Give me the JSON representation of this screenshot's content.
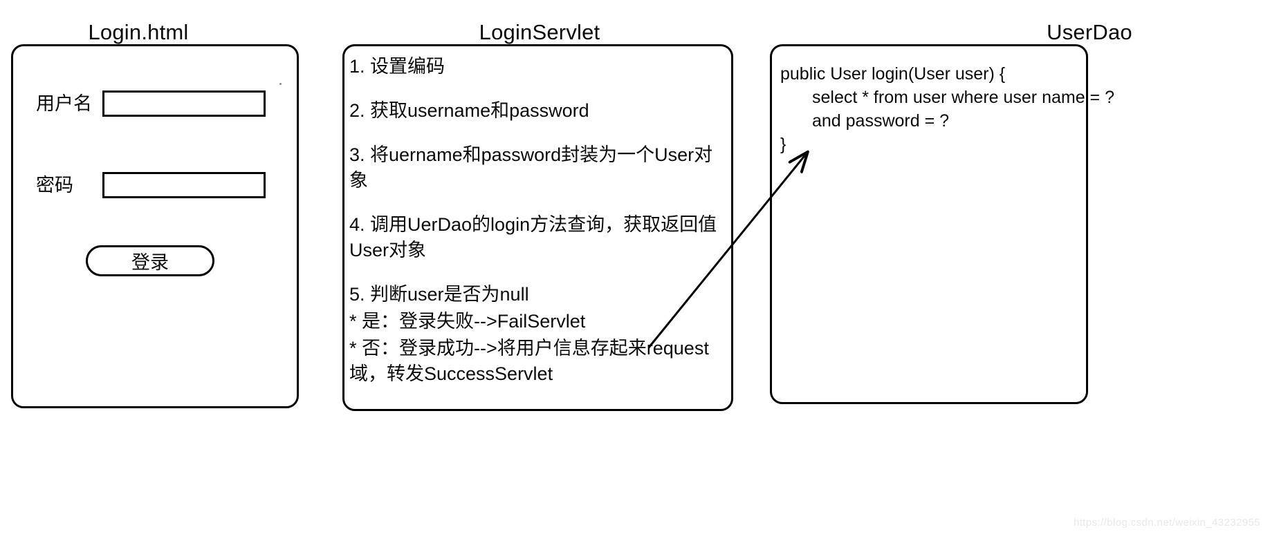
{
  "diagram": {
    "panels": [
      {
        "title": "Login.html",
        "form": {
          "username_label": "用户名",
          "password_label": "密码",
          "submit_label": "登录"
        }
      },
      {
        "title": "LoginServlet",
        "steps": [
          "1. 设置编码",
          "2. 获取username和password",
          "3. 将uername和password封装为一个User对象",
          "4. 调用UerDao的login方法查询，获取返回值User对象",
          "5. 判断user是否为null",
          " * 是：登录失败-->FailServlet",
          " * 否：登录成功-->将用户信息存起来request域，转发SuccessServlet"
        ]
      },
      {
        "title": "UserDao",
        "code": [
          "public User login(User user) {",
          "select * from user where user name = ?",
          "and password = ?",
          "}"
        ]
      }
    ],
    "arrow": {
      "label": "servlet-to-dao-arrow"
    },
    "watermark": "https://blog.csdn.net/weixin_43232955"
  }
}
